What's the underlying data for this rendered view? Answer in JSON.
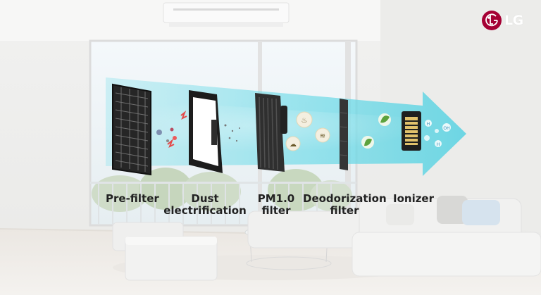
{
  "brand": {
    "name": "LG",
    "color": "#a50034"
  },
  "stages": {
    "prefilter": "Pre-filter",
    "dust_line1": "Dust",
    "dust_line2": "electrification",
    "pm_line1": "PM1.0",
    "pm_line2": "filter",
    "deodor_line1": "Deodorization",
    "deodor_line2": "filter",
    "ionizer": "Ionizer"
  },
  "ions": {
    "h": "H",
    "oh": "OH"
  },
  "colors": {
    "airflow": "#5fd4e4",
    "filter_dark": "#2a2a2a"
  },
  "icons": [
    "smoke-icon",
    "smell-icon",
    "odor-icon",
    "leaf-icon"
  ]
}
